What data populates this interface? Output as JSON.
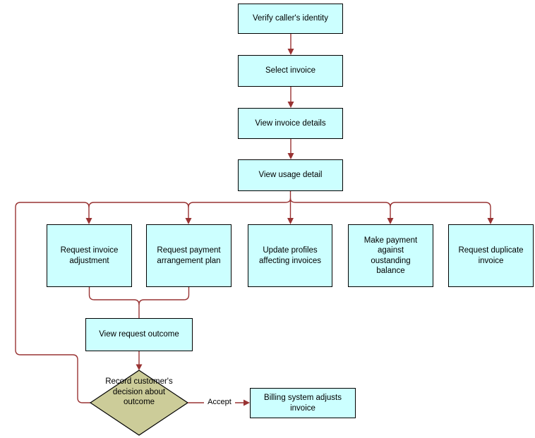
{
  "diagram": {
    "type": "flowchart",
    "colors": {
      "background": "#ffffff",
      "process_fill": "#ccffff",
      "decision_fill": "#cccc99",
      "shape_border": "#000000",
      "connector": "#993333",
      "text": "#000000"
    },
    "nodes": {
      "verify_identity": {
        "type": "process",
        "label": "Verify caller's identity"
      },
      "select_invoice": {
        "type": "process",
        "label": "Select invoice"
      },
      "view_invoice_details": {
        "type": "process",
        "label": "View invoice details"
      },
      "view_usage_detail": {
        "type": "process",
        "label": "View usage detail"
      },
      "request_invoice_adjustment": {
        "type": "process",
        "label": "Request invoice adjustment"
      },
      "request_payment_arrangement_plan": {
        "type": "process",
        "label": "Request payment arrangement plan"
      },
      "update_profiles_affecting_invoices": {
        "type": "process",
        "label": "Update profiles affecting invoices"
      },
      "make_payment_against_oustanding_balance": {
        "type": "process",
        "label": "Make payment against oustanding balance"
      },
      "request_duplicate_invoice": {
        "type": "process",
        "label": "Request duplicate invoice"
      },
      "view_request_outcome": {
        "type": "process",
        "label": "View request outcome"
      },
      "record_customers_decision": {
        "type": "decision",
        "label": "Record customer's decision about outcome"
      },
      "billing_system_adjusts_invoice": {
        "type": "process",
        "label": "Billing system adjusts invoice"
      }
    },
    "edge_labels": {
      "accept": "Accept"
    }
  }
}
